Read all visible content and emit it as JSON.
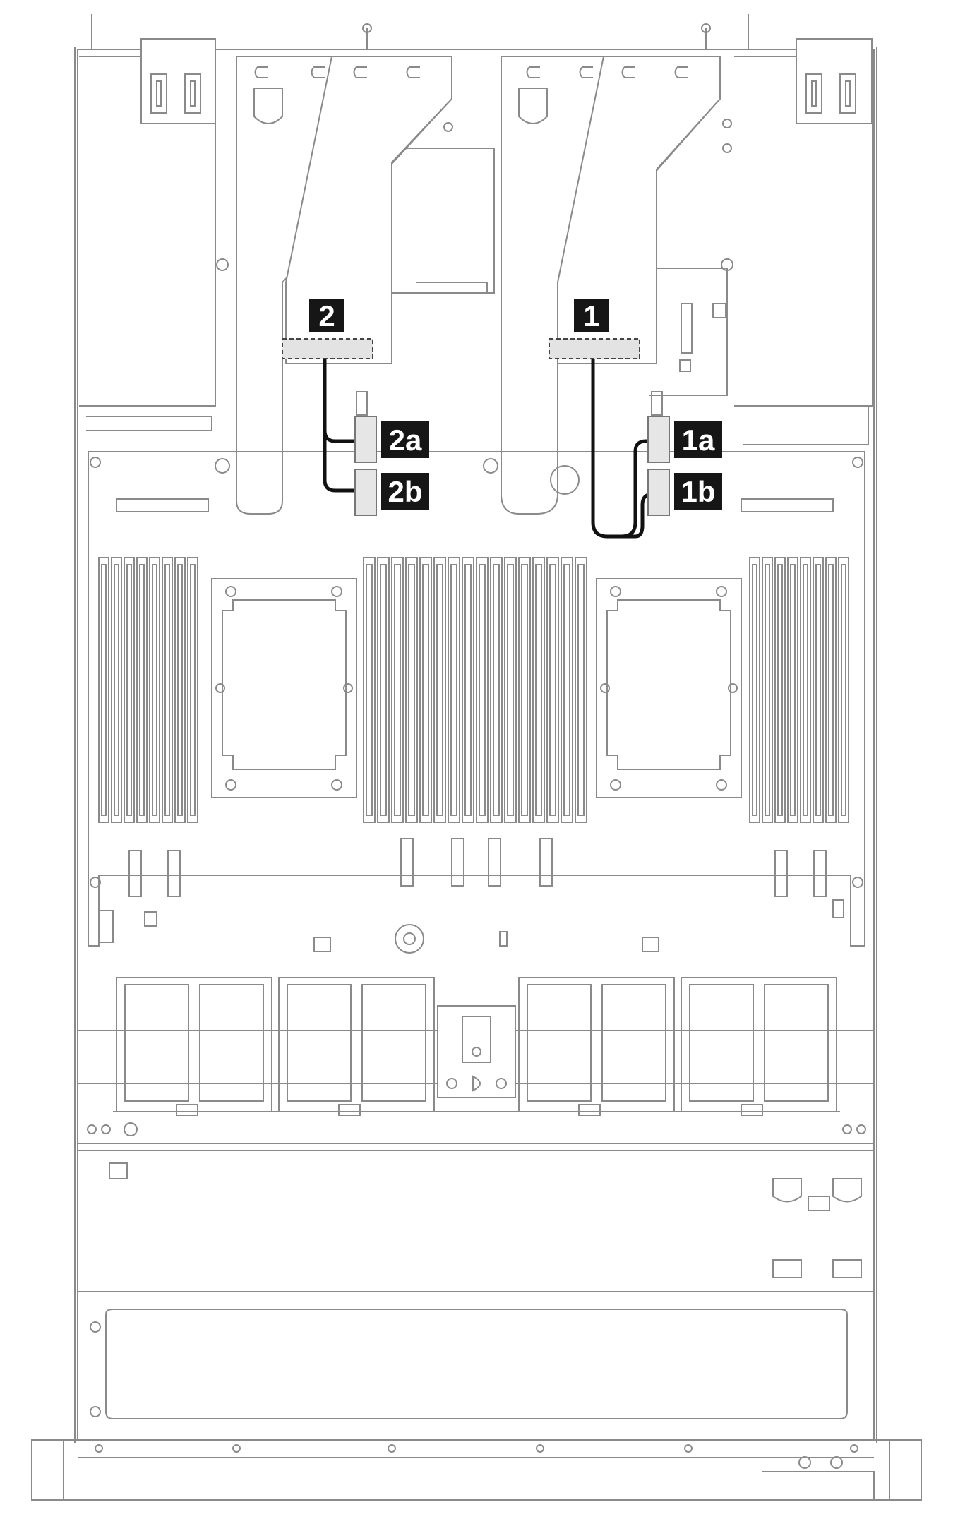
{
  "callouts": {
    "riser_1": "1",
    "riser_2": "2",
    "conn_1a": "1a",
    "conn_1b": "1b",
    "conn_2a": "2a",
    "conn_2b": "2b"
  },
  "colors": {
    "outline": "#8a8a8a",
    "cable": "#111111",
    "badge_fill": "#161616",
    "badge_text": "#ffffff",
    "connector_fill": "#e6e6e6"
  }
}
